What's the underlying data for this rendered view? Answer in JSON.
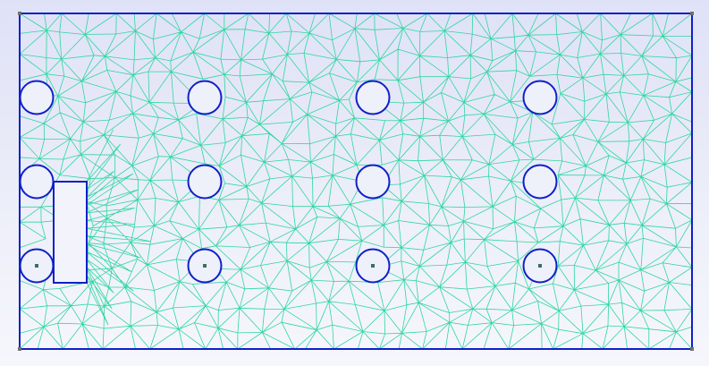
{
  "view": {
    "type": "2D triangular finite element mesh",
    "colors": {
      "background_top": "#dfe1f7",
      "background_bottom": "#f6f7fc",
      "mesh_edge": "#2fd6a0",
      "boundary": "#1020c8",
      "corner_point": "#707070",
      "node_marker": "#3a7060"
    },
    "domain": {
      "shape": "rectangle"
    },
    "holes": {
      "circles_columns": 4,
      "circles_rows": 3,
      "rectangular_slots": 1
    },
    "icons": [
      "corner-node-icon",
      "center-node-icon"
    ]
  }
}
